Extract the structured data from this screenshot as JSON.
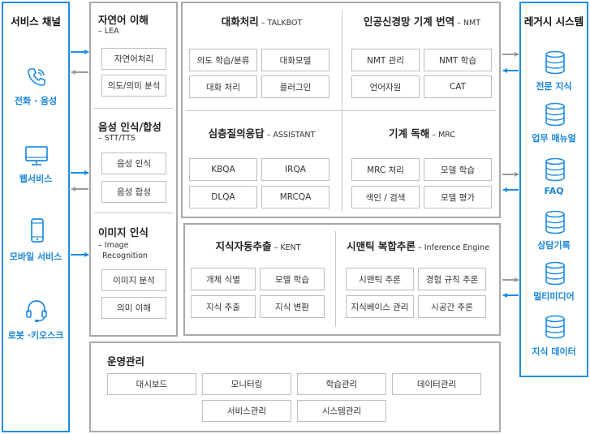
{
  "channels": {
    "title": "서비스 채널",
    "items": [
      {
        "label": "전화 · 음성",
        "icon": "phone-icon"
      },
      {
        "label": "웹서비스",
        "icon": "monitor-icon"
      },
      {
        "label": "모바일 서비스",
        "icon": "mobile-icon"
      },
      {
        "label": "로봇 ·키오스크",
        "icon": "headset-icon"
      }
    ]
  },
  "lea": {
    "title": "자연어 이해",
    "sub": "– LEA",
    "items": [
      "자연어처리",
      "의도/의미 분석"
    ]
  },
  "stt": {
    "title": "음성 인식/합성",
    "sub": "– STT/TTS",
    "items": [
      "음성 인식",
      "음성 합성"
    ]
  },
  "image": {
    "title": "이미지 인식",
    "sub1": "– Image",
    "sub2": "Recognition",
    "items": [
      "이미지 분석",
      "의미 이해"
    ]
  },
  "talkbot": {
    "title": "대화처리",
    "sub": "– TALKBOT",
    "items": [
      "의도 학습/분류",
      "대화모델",
      "대화 처리",
      "플러그인"
    ]
  },
  "nmt": {
    "title": "인공신경망 기계 번역",
    "sub": "– NMT",
    "items": [
      "NMT 관리",
      "NMT 학습",
      "언어자원",
      "CAT"
    ]
  },
  "assistant": {
    "title": "심층질의응답",
    "sub": "– ASSISTANT",
    "items": [
      "KBQA",
      "IRQA",
      "DLQA",
      "MRCQA"
    ]
  },
  "mrc": {
    "title": "기계 독해",
    "sub": "– MRC",
    "items": [
      "MRC 처리",
      "모델 학습",
      "색인 / 검색",
      "모델 평가"
    ]
  },
  "kent": {
    "title": "지식자동추출",
    "sub": "– KENT",
    "items": [
      "개체 식별",
      "모델 학습",
      "지식 추출",
      "지식 변환"
    ]
  },
  "inference": {
    "title": "시맨틱 복합추론",
    "sub": "– Inference Engine",
    "items": [
      "시맨틱 추론",
      "경험 규칙 추론",
      "지식베이스 관리",
      "시공간 추론"
    ]
  },
  "ops": {
    "title": "운영관리",
    "items": [
      "대시보드",
      "모니터링",
      "학습관리",
      "데이터관리",
      "서비스관리",
      "시스템관리"
    ]
  },
  "legacy": {
    "title": "레거시 시스템",
    "items": [
      "전문 지식",
      "업무 매뉴얼",
      "FAQ",
      "상담기록",
      "멀티미디어",
      "지식 데이터"
    ]
  },
  "colors": {
    "accent_blue": "#1f8ce0",
    "border_gray": "#a9a9a9",
    "arrow_gray": "#9a9a9a"
  }
}
